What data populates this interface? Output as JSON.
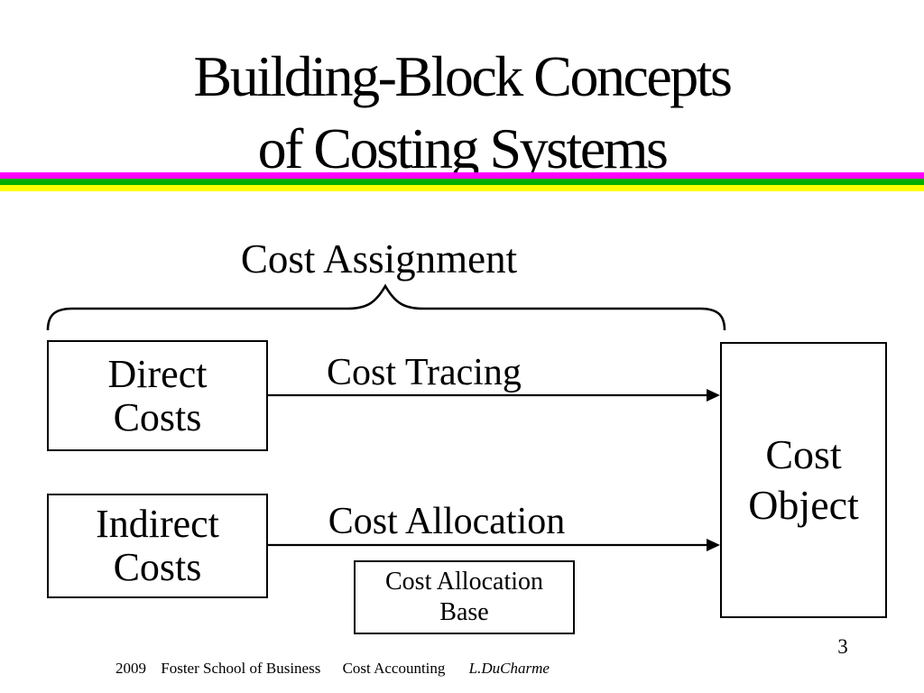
{
  "slide": {
    "title_line1": "Building-Block Concepts",
    "title_line2": "of Costing Systems",
    "page_number": "3",
    "footer": {
      "year": "2009",
      "school": "Foster School of Business",
      "course": "Cost Accounting",
      "author": "L.DuCharme"
    }
  },
  "diagram": {
    "assignment_label": "Cost Assignment",
    "boxes": {
      "direct": {
        "line1": "Direct",
        "line2": "Costs"
      },
      "indirect": {
        "line1": "Indirect",
        "line2": "Costs"
      },
      "cost_object": {
        "line1": "Cost",
        "line2": "Object"
      },
      "allocation_base": {
        "line1": "Cost Allocation",
        "line2": "Base"
      }
    },
    "arrows": {
      "tracing_label": "Cost Tracing",
      "allocation_label": "Cost Allocation"
    }
  },
  "colors": {
    "stripe_magenta": "#FF00FF",
    "stripe_green": "#00AD00",
    "stripe_yellow": "#FFFF00",
    "ink": "#000000",
    "background": "#FFFFFF"
  }
}
